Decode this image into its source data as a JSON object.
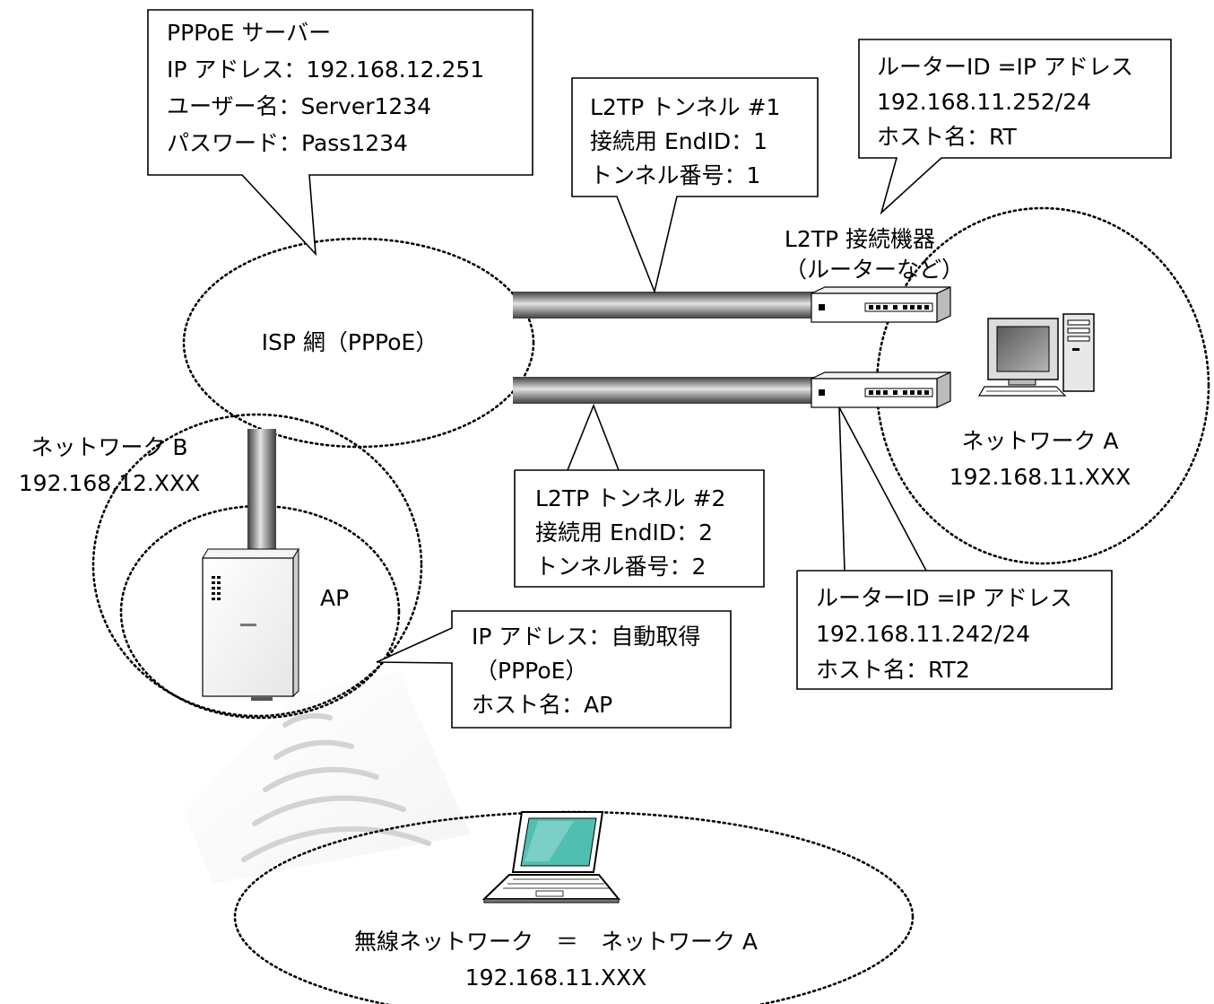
{
  "callouts": {
    "pppoe_server": [
      "PPPoE サーバー",
      "IP アドレス：192.168.12.251",
      "ユーザー名：Server1234",
      "パスワード：Pass1234"
    ],
    "l2tp_tunnel_1": [
      "L2TP トンネル #1",
      "接続用 EndID：1",
      "トンネル番号：1"
    ],
    "router_rt": [
      "ルーターID =IP アドレス",
      "192.168.11.252/24",
      "ホスト名：RT"
    ],
    "l2tp_tunnel_2": [
      "L2TP トンネル #2",
      "接続用 EndID：2",
      "トンネル番号：2"
    ],
    "router_rt2": [
      "ルーターID =IP アドレス",
      "192.168.11.242/24",
      "ホスト名：RT2"
    ],
    "ap_info": [
      "IP アドレス：自動取得",
      "（PPPoE）",
      "ホスト名：AP"
    ]
  },
  "labels": {
    "isp": "ISP 網（PPPoE）",
    "l2tp_device": [
      "L2TP 接続機器",
      "（ルーターなど）"
    ],
    "network_a": [
      "ネットワーク A",
      "192.168.11.XXX"
    ],
    "network_b": [
      "ネットワーク B",
      "192.168.12.XXX"
    ],
    "ap": "AP",
    "wireless": [
      "無線ネットワーク　＝　ネットワーク A",
      "192.168.11.XXX"
    ]
  },
  "colors": {
    "laptop_screen": "#4fbfb1",
    "monitor_screen": "#8e8e8e",
    "tube_dark": "#4a4a4a",
    "tube_light": "#dcdcdc"
  }
}
